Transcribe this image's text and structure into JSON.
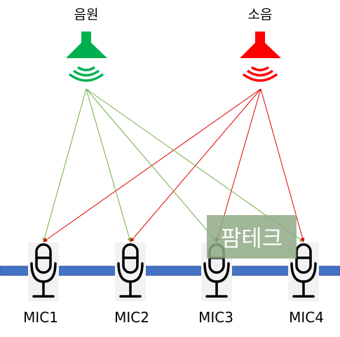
{
  "sources": {
    "signal": {
      "label": "음원",
      "color": "#00b050"
    },
    "noise": {
      "label": "소음",
      "color": "#ff0000"
    }
  },
  "arrow_colors": {
    "signal": "#70ad47",
    "noise": "#e00000"
  },
  "bar_color": "#4472c4",
  "microphones": [
    {
      "label": "MIC1"
    },
    {
      "label": "MIC2"
    },
    {
      "label": "MIC3"
    },
    {
      "label": "MIC4"
    }
  ],
  "watermark": {
    "text": "팜테크",
    "color": "#8faa86"
  }
}
